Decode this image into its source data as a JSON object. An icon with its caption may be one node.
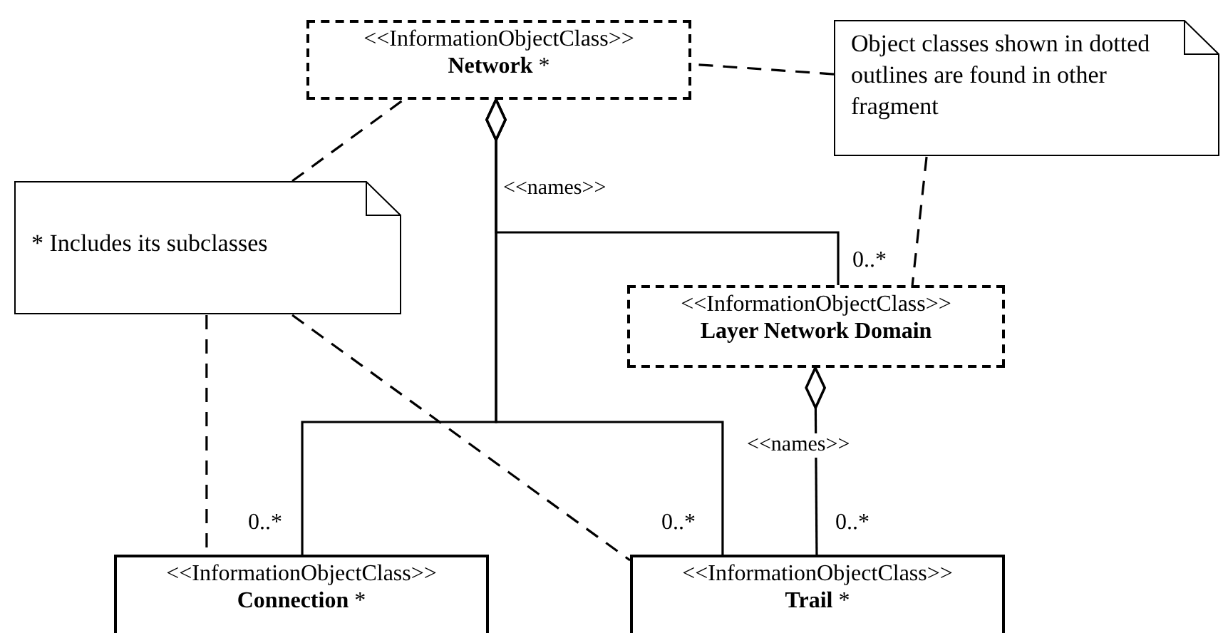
{
  "diagram": {
    "nodes": [
      {
        "text": [
          "<<InformationObjectClass>>",
          "**Network** *"
        ]
      },
      {
        "text": [
          "Object classes shown in dotted outlines are found in other fragment"
        ]
      },
      {
        "text": [
          "* Includes its subclasses"
        ]
      },
      {
        "text": [
          "<<InformationObjectClass>>",
          "Layer Network Domain"
        ]
      },
      {
        "text": [
          "<<InformationObjectClass>>",
          "**Connection** *"
        ]
      },
      {
        "text": [
          "<<InformationObjectClass>>",
          "**Trail** *"
        ]
      }
    ],
    "edges": [
      {
        "from": 0,
        "to": 3,
        "arrow": "other",
        "label": "<<names>>"
      },
      {
        "from": 0,
        "to": 4,
        "arrow": "other"
      },
      {
        "from": 0,
        "to": 5,
        "arrow": "other"
      },
      {
        "from": 3,
        "to": 5,
        "arrow": "other",
        "label": "<<names>>"
      },
      {
        "from": 1,
        "to": 0,
        "arrow": "none",
        "style": "dashed"
      },
      {
        "from": 1,
        "to": 3,
        "arrow": "none",
        "style": "dashed"
      },
      {
        "from": 2,
        "to": 0,
        "arrow": "none",
        "style": "dashed"
      },
      {
        "from": 2,
        "to": 4,
        "arrow": "none",
        "style": "dashed"
      },
      {
        "from": 2,
        "to": 5,
        "arrow": "none",
        "style": "dashed"
      }
    ],
    "labels": [
      "0..*",
      "0..*",
      "0..*",
      "0..*"
    ]
  }
}
